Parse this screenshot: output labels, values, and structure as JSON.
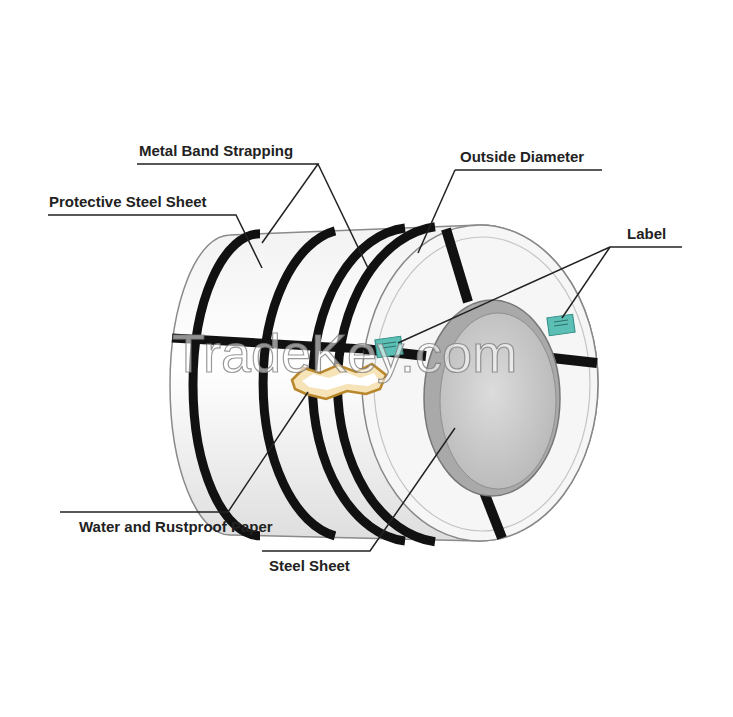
{
  "diagram": {
    "labels": [
      "Metal Band Strapping",
      "Outside Diameter",
      "Protective Steel Sheet",
      "Label",
      "Water and Rustproof Paper",
      "Steel Sheet",
      "TradeKey.com"
    ]
  }
}
